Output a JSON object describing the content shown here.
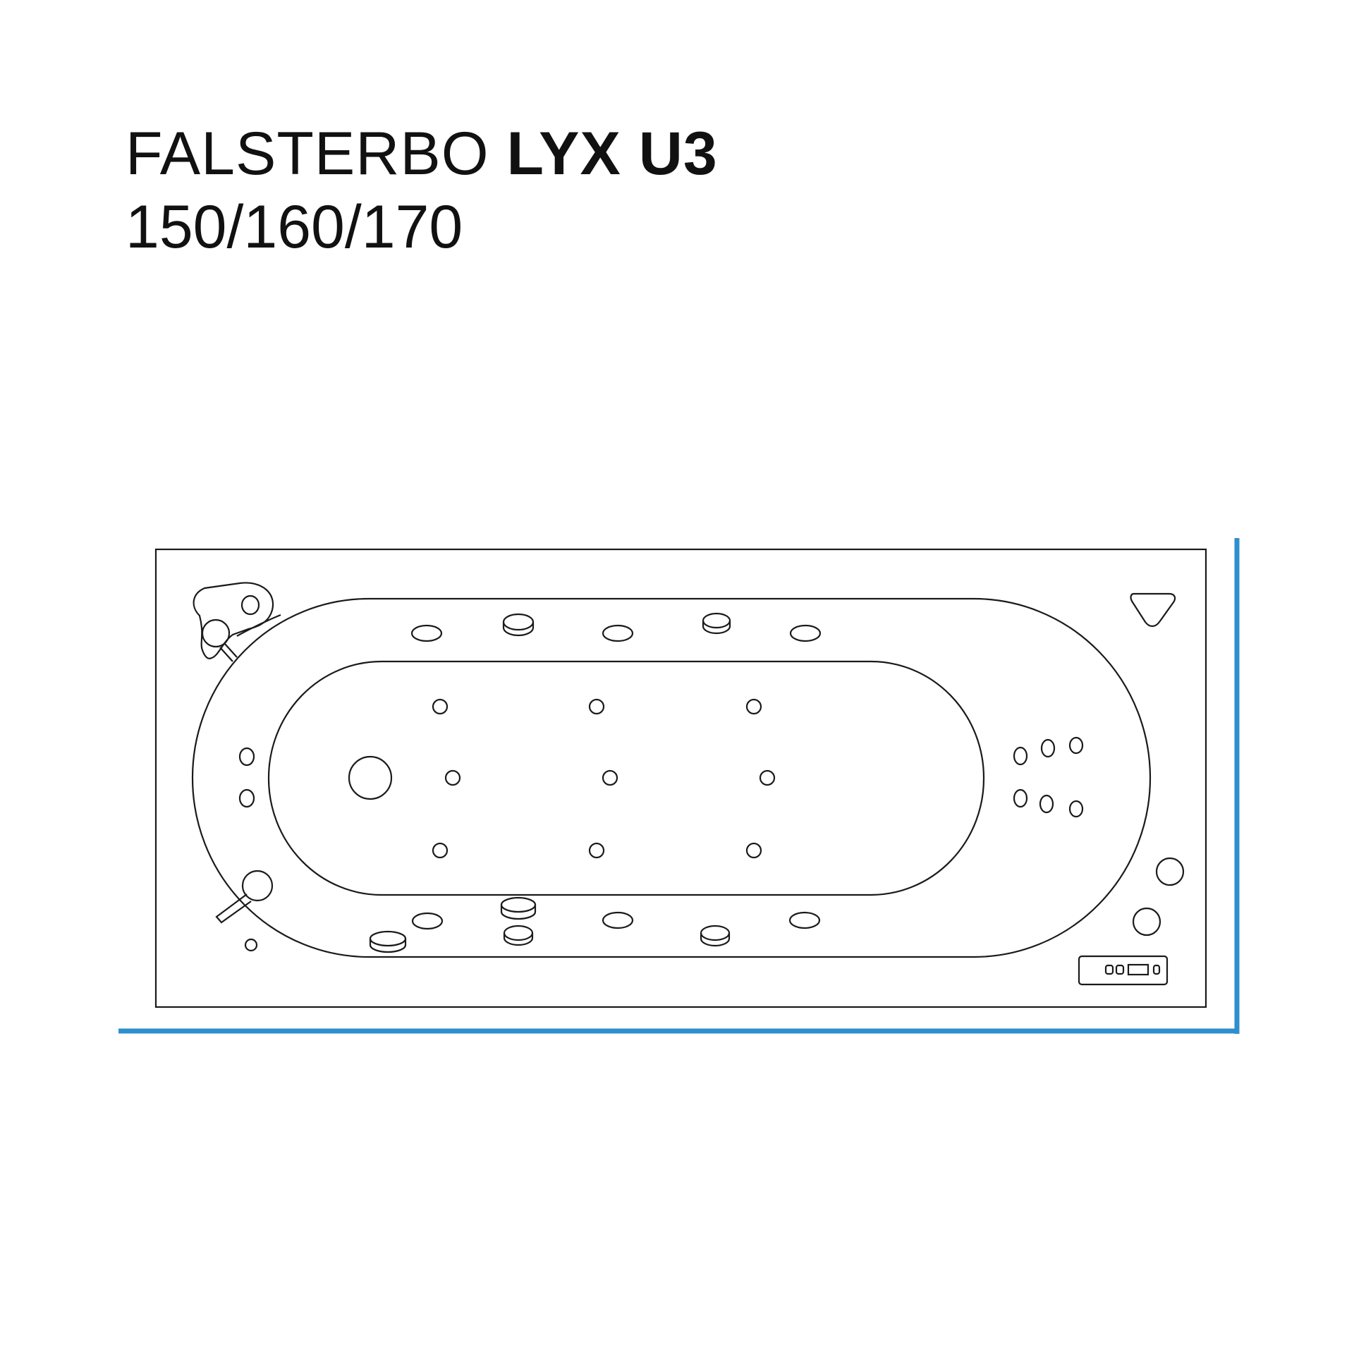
{
  "header": {
    "series": "FALSTERBO",
    "model": "LYX U3",
    "sizes": "150/160/170"
  },
  "colors": {
    "wall": "#2d8fce",
    "line": "#1a1a1a",
    "background": "#ffffff"
  }
}
